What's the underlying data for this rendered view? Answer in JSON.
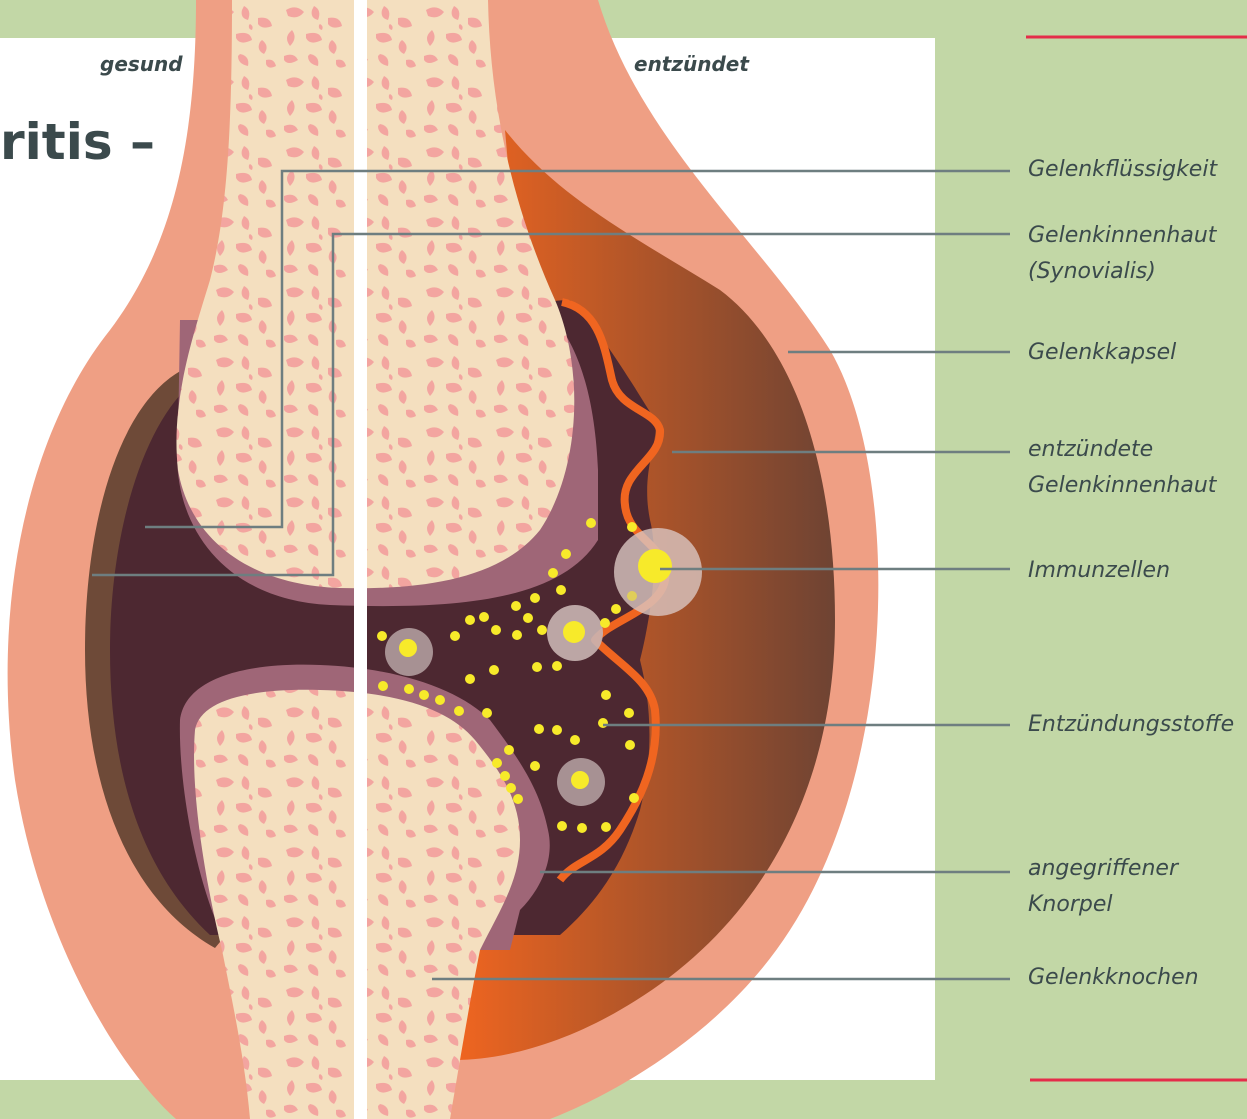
{
  "title_fragment": "ritis –",
  "tags": {
    "left": "gesund",
    "right": "entzündet"
  },
  "labels": {
    "fluessigkeit": [
      "Gelenkflüssigkeit"
    ],
    "innenhaut": [
      "Gelenkinnenhaut",
      "(Synovialis)"
    ],
    "kapsel": [
      "Gelenkkapsel"
    ],
    "entz_innenhaut": [
      "entzündete",
      "Gelenkinnenhaut"
    ],
    "immunzellen": [
      "Immunzellen"
    ],
    "entz_stoffe": [
      "Entzündungsstoffe"
    ],
    "knorpel": [
      "angegriffener",
      "Knorpel"
    ],
    "knochen": [
      "Gelenkknochen"
    ]
  },
  "colors": {
    "background_green": "#c2d7a6",
    "panel_white": "#ffffff",
    "capsule_salmon": "#ef9f84",
    "joint_cavity": "#4d2831",
    "cartilage": "#9f6677",
    "bone": "#f4dfbf",
    "bone_spots": "#f3a5a0",
    "inflamed_orange": "#f06520",
    "inflamed_brown": "#714431",
    "immune_yellow": "#f7ea2a",
    "leader_line": "#6e7e80",
    "accent_red": "#e42d49"
  }
}
